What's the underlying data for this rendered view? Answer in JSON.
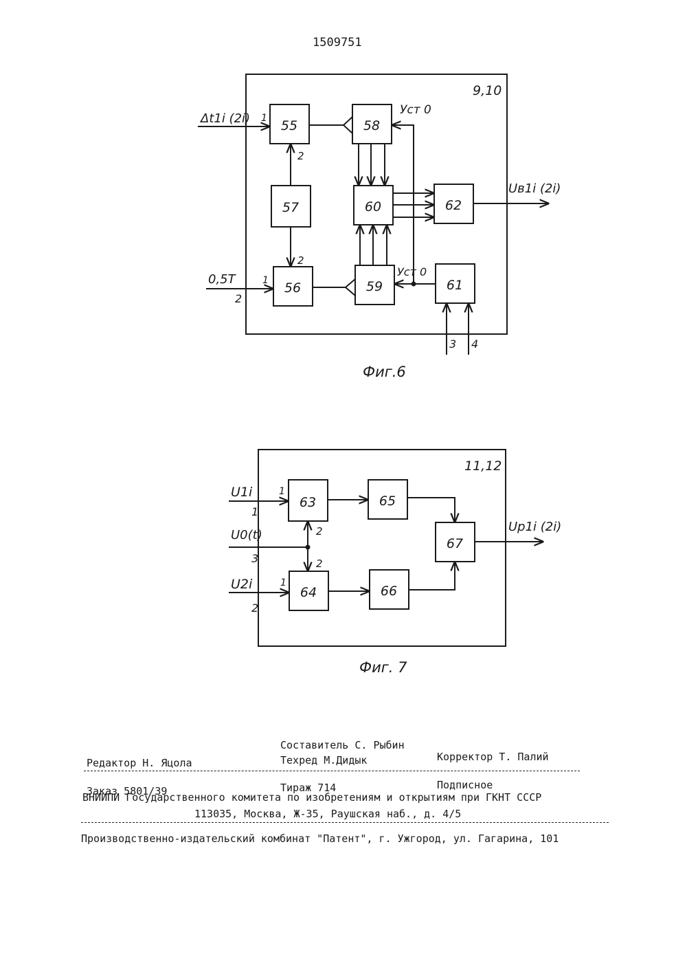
{
  "patent_number": "1509751",
  "fig6": {
    "caption": "Фиг.6",
    "frame_label": "9,10",
    "blocks": {
      "b55": "55",
      "b56": "56",
      "b57": "57",
      "b58": "58",
      "b59": "59",
      "b60": "60",
      "b61": "61",
      "b62": "62"
    },
    "input_top": "Δt1i (2i)",
    "input_top_pin": "1",
    "input_bottom": "0,5T",
    "input_bottom_pin": "1",
    "input_bottom_num": "2",
    "pin_57_to_55": "2",
    "pin_57_to_56": "2",
    "set_label_top": "Уст 0",
    "set_label_bottom": "Уст 0",
    "output": "Uв1i (2i)",
    "in_3": "3",
    "in_4": "4"
  },
  "fig7": {
    "caption": "Фиг. 7",
    "frame_label": "11,12",
    "blocks": {
      "b63": "63",
      "b64": "64",
      "b65": "65",
      "b66": "66",
      "b67": "67"
    },
    "in1_label": "U1i",
    "in1_pin": "1",
    "in1_num": "1",
    "in0_label": "U0(t)",
    "in0_num": "3",
    "in2_label": "U2i",
    "in2_pin": "1",
    "in2_num": "2",
    "pin_to_63": "2",
    "pin_to_64": "2",
    "output": "Up1i (2i)"
  },
  "footer": {
    "composer": "Составитель  С. Рыбин",
    "editor": "Редактор Н. Яцола",
    "techred": "Техред М.Дидык",
    "corrector": "Корректор Т. Палий",
    "order": "Заказ 5801/39",
    "circulation": "Тираж 714",
    "subscription": "Подписное",
    "org": "ВНИИПИ Государственного комитета по изобретениям и открытиям при ГКНТ СССР",
    "address": "113035, Москва, Ж-35, Раушская наб., д. 4/5",
    "publisher": "Производственно-издательский комбинат \"Патент\", г. Ужгород, ул. Гагарина, 101"
  }
}
